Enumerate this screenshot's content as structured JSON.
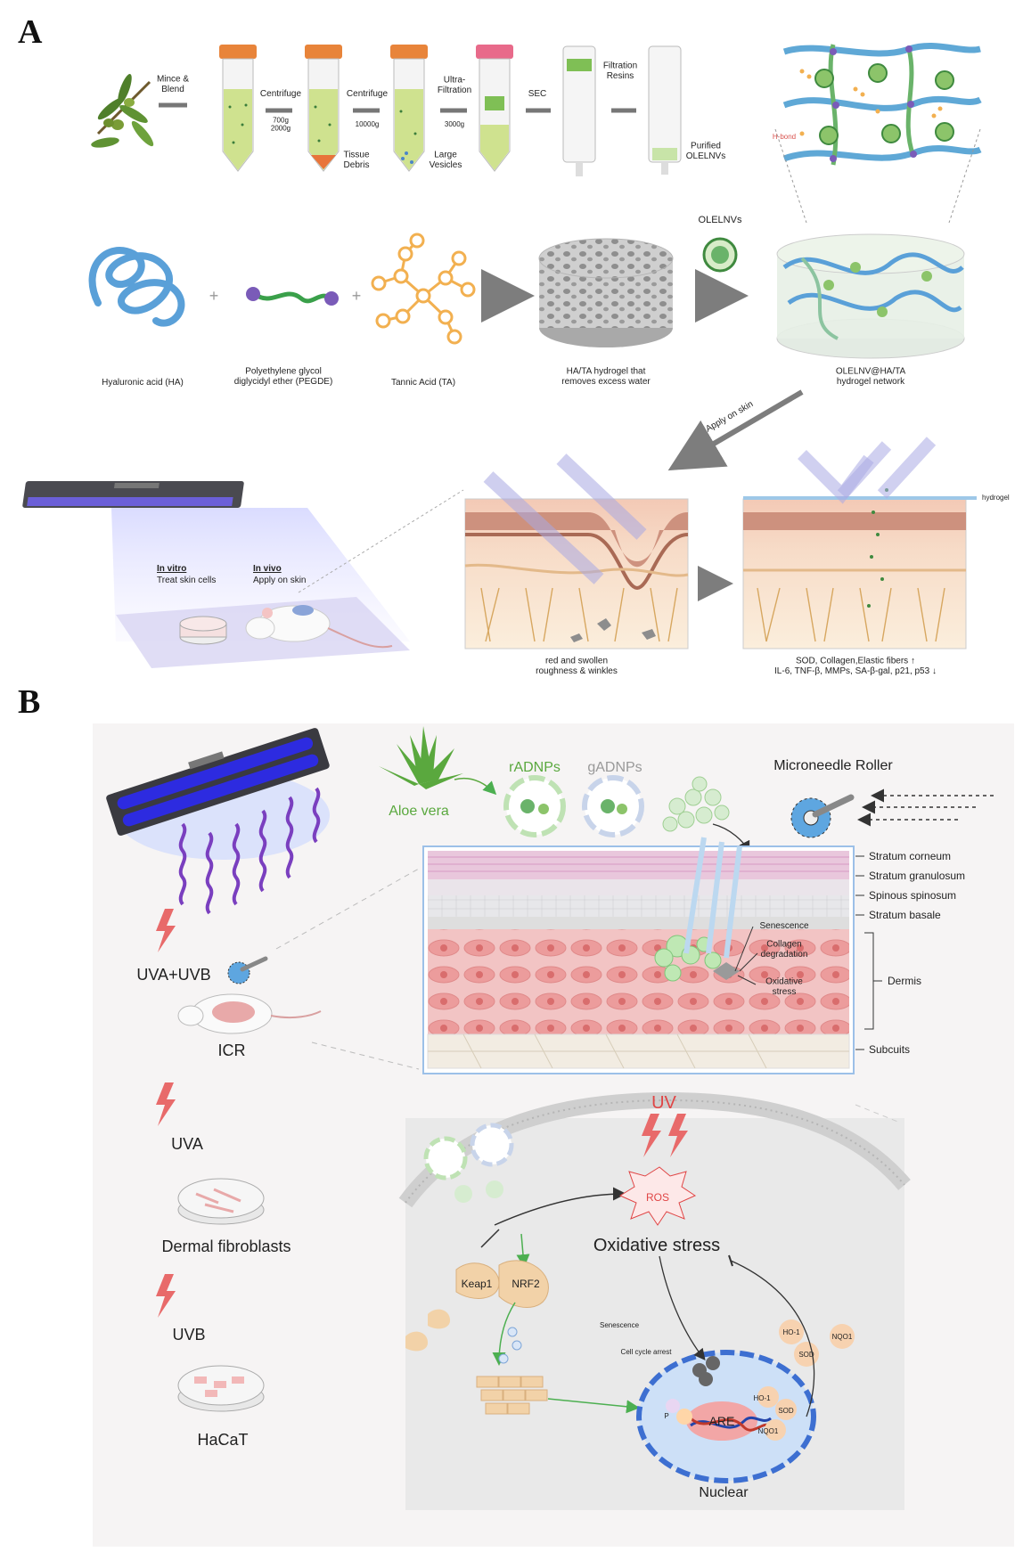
{
  "panel_a": {
    "letter": "A",
    "isolation_steps": {
      "mince_blend": "Mince &\nBlend",
      "centrifuge_1": "Centrifuge",
      "centrifuge_1_speeds": "700g\n2000g",
      "tissue_debris": "Tissue\nDebris",
      "centrifuge_2": "Centrifuge",
      "centrifuge_2_speed": "10000g",
      "large_vesicles": "Large\nVesicles",
      "ultrafiltration": "Ultra-\nFiltration",
      "ultrafiltration_speed": "3000g",
      "sec": "SEC",
      "filtration_resins": "Filtration\nResins",
      "purified": "Purified\nOLELNVs",
      "h_bond": "H-bond"
    },
    "hydrogel": {
      "ha": "Hyaluronic acid (HA)",
      "pegde": "Polyethylene glycol\ndiglycidyl ether (PEGDE)",
      "ta": "Tannic Acid (TA)",
      "hata": "HA/TA hydrogel that\nremoves excess water",
      "olelnvs": "OLELNVs",
      "network": "OLELNV@HA/TA\nhydrogel network",
      "plus": "+"
    },
    "application": {
      "apply_on_skin": "Apply on skin",
      "in_vitro_title": "In vitro",
      "in_vitro_desc": "Treat skin cells",
      "in_vivo_title": "In vivo",
      "in_vivo_desc": "Apply on skin",
      "hydrogel_label": "hydrogel",
      "damaged_caption": "red and swollen\nroughness & winkles",
      "treated_caption": "SOD, Collagen,Elastic fibers ↑\nIL-6, TNF-β, MMPs, SA-β-gal, p21, p53 ↓"
    }
  },
  "panel_b": {
    "letter": "B",
    "top": {
      "aloe_vera": "Aloe vera",
      "radnps": "rADNPs",
      "gadnps": "gADNPs",
      "microneedle_roller": "Microneedle Roller"
    },
    "skin_layers": [
      "Stratum corneum",
      "Stratum granulosum",
      "Spinous spinosum",
      "Stratum basale",
      "Dermis",
      "Subcuits"
    ],
    "skin_effects": [
      "Senescence",
      "Collagen\ndegradation",
      "Oxidative\nstress"
    ],
    "models": {
      "uva_uvb": "UVA+UVB",
      "icr": "ICR",
      "uva": "UVA",
      "dermal_fibroblasts": "Dermal fibroblasts",
      "uvb": "UVB",
      "hacat": "HaCaT"
    },
    "cell": {
      "uv": "UV",
      "ros": "ROS",
      "oxidative_stress": "Oxidative stress",
      "keap1": "Keap1",
      "nrf2": "NRF2",
      "senescence": "Senescence",
      "cell_cycle_arrest": "Cell cycle arrest",
      "ho1_a": "HO-1",
      "sod_a": "SOD",
      "nqo1_a": "NQO1",
      "ho1_b": "HO-1",
      "sod_b": "SOD",
      "are": "ARE",
      "nqo1_b": "NQO1",
      "nuclear": "Nuclear",
      "p": "P"
    }
  },
  "colors": {
    "tube_cap": "#e8843a",
    "tube_liquid": "#c9dd8a",
    "ha_blue": "#5aa0d8",
    "pegde_green": "#3aa04a",
    "pegde_purple": "#7a5bb8",
    "ta_orange": "#f2b050",
    "uv_purple": "#7a3fbf",
    "dermis_pink": "#f2b3b3",
    "nuclear_blue": "#3d6fd1",
    "ros_red": "#e04545",
    "arrow_gray": "#8a8a8a"
  }
}
